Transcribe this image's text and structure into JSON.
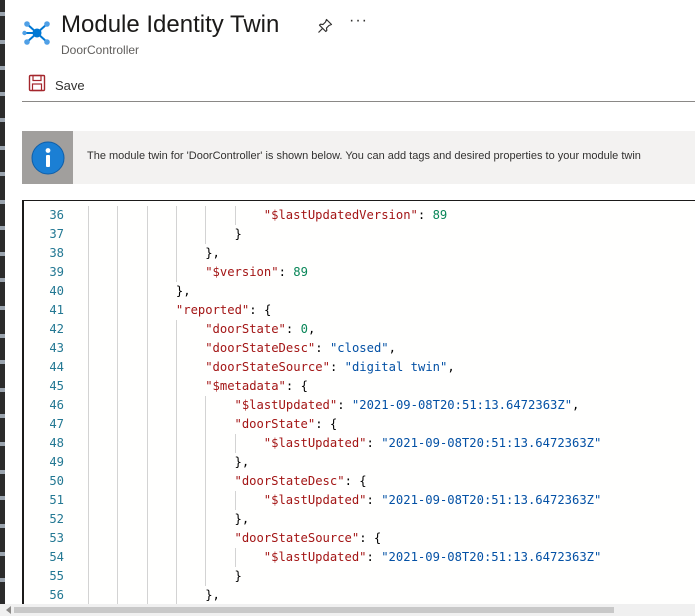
{
  "header": {
    "title": "Module Identity Twin",
    "subtitle": "DoorController",
    "more_label": "···"
  },
  "toolbar": {
    "save_label": "Save"
  },
  "info": {
    "message": "The module twin for 'DoorController' is shown below. You can add tags and desired properties to your module twin"
  },
  "editor": {
    "lines": [
      {
        "num": "36",
        "indent": 6,
        "parts": [
          [
            "k",
            "\"$lastUpdatedVersion\""
          ],
          [
            "p",
            ": "
          ],
          [
            "n",
            "89"
          ]
        ]
      },
      {
        "num": "37",
        "indent": 5,
        "parts": [
          [
            "p",
            "}"
          ]
        ]
      },
      {
        "num": "38",
        "indent": 4,
        "parts": [
          [
            "p",
            "},"
          ]
        ]
      },
      {
        "num": "39",
        "indent": 4,
        "parts": [
          [
            "k",
            "\"$version\""
          ],
          [
            "p",
            ": "
          ],
          [
            "n",
            "89"
          ]
        ]
      },
      {
        "num": "40",
        "indent": 3,
        "parts": [
          [
            "p",
            "},"
          ]
        ]
      },
      {
        "num": "41",
        "indent": 3,
        "parts": [
          [
            "k",
            "\"reported\""
          ],
          [
            "p",
            ": {"
          ]
        ]
      },
      {
        "num": "42",
        "indent": 4,
        "parts": [
          [
            "k",
            "\"doorState\""
          ],
          [
            "p",
            ": "
          ],
          [
            "n",
            "0"
          ],
          [
            "p",
            ","
          ]
        ]
      },
      {
        "num": "43",
        "indent": 4,
        "parts": [
          [
            "k",
            "\"doorStateDesc\""
          ],
          [
            "p",
            ": "
          ],
          [
            "s",
            "\"closed\""
          ],
          [
            "p",
            ","
          ]
        ]
      },
      {
        "num": "44",
        "indent": 4,
        "parts": [
          [
            "k",
            "\"doorStateSource\""
          ],
          [
            "p",
            ": "
          ],
          [
            "s",
            "\"digital twin\""
          ],
          [
            "p",
            ","
          ]
        ]
      },
      {
        "num": "45",
        "indent": 4,
        "parts": [
          [
            "k",
            "\"$metadata\""
          ],
          [
            "p",
            ": {"
          ]
        ]
      },
      {
        "num": "46",
        "indent": 5,
        "parts": [
          [
            "k",
            "\"$lastUpdated\""
          ],
          [
            "p",
            ": "
          ],
          [
            "s",
            "\"2021-09-08T20:51:13.6472363Z\""
          ],
          [
            "p",
            ","
          ]
        ]
      },
      {
        "num": "47",
        "indent": 5,
        "parts": [
          [
            "k",
            "\"doorState\""
          ],
          [
            "p",
            ": {"
          ]
        ]
      },
      {
        "num": "48",
        "indent": 6,
        "parts": [
          [
            "k",
            "\"$lastUpdated\""
          ],
          [
            "p",
            ": "
          ],
          [
            "s",
            "\"2021-09-08T20:51:13.6472363Z\""
          ]
        ]
      },
      {
        "num": "49",
        "indent": 5,
        "parts": [
          [
            "p",
            "},"
          ]
        ]
      },
      {
        "num": "50",
        "indent": 5,
        "parts": [
          [
            "k",
            "\"doorStateDesc\""
          ],
          [
            "p",
            ": {"
          ]
        ]
      },
      {
        "num": "51",
        "indent": 6,
        "parts": [
          [
            "k",
            "\"$lastUpdated\""
          ],
          [
            "p",
            ": "
          ],
          [
            "s",
            "\"2021-09-08T20:51:13.6472363Z\""
          ]
        ]
      },
      {
        "num": "52",
        "indent": 5,
        "parts": [
          [
            "p",
            "},"
          ]
        ]
      },
      {
        "num": "53",
        "indent": 5,
        "parts": [
          [
            "k",
            "\"doorStateSource\""
          ],
          [
            "p",
            ": {"
          ]
        ]
      },
      {
        "num": "54",
        "indent": 6,
        "parts": [
          [
            "k",
            "\"$lastUpdated\""
          ],
          [
            "p",
            ": "
          ],
          [
            "s",
            "\"2021-09-08T20:51:13.6472363Z\""
          ]
        ]
      },
      {
        "num": "55",
        "indent": 5,
        "parts": [
          [
            "p",
            "}"
          ]
        ]
      },
      {
        "num": "56",
        "indent": 4,
        "parts": [
          [
            "p",
            "},"
          ]
        ]
      }
    ]
  },
  "icons": {
    "logo": "iot-hub-module-icon",
    "pin": "pin-icon",
    "save": "save-icon",
    "info": "info-icon"
  },
  "colors": {
    "accent": "#0078d4",
    "save_red": "#a4262c",
    "key": "#a31515",
    "string": "#0451a5",
    "number": "#098658",
    "line_number": "#237893"
  }
}
